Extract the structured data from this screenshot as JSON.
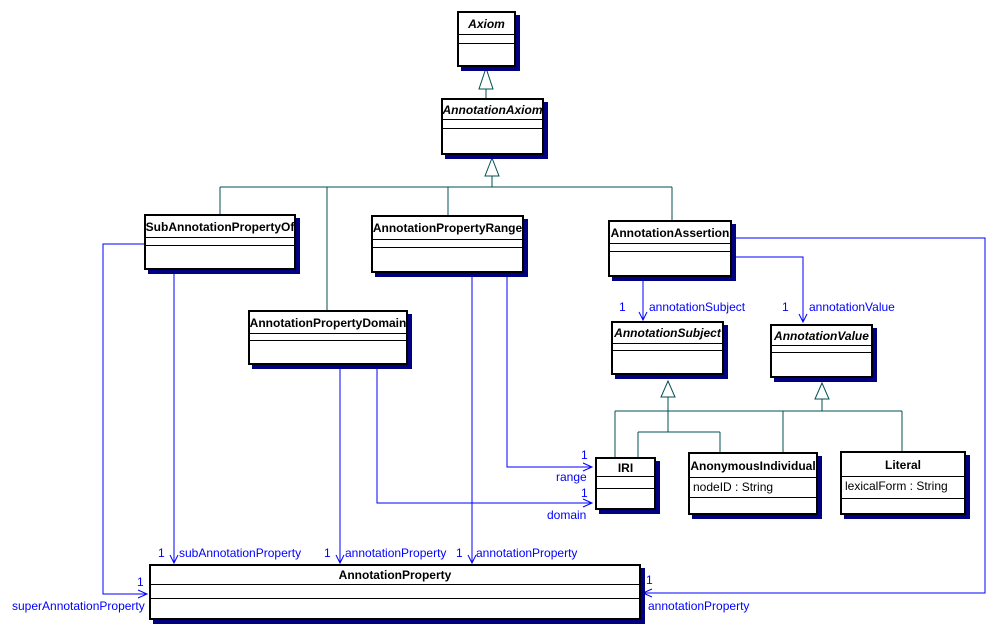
{
  "diagram": {
    "kind": "uml-class-diagram",
    "subject": "OWL annotation axioms"
  },
  "colors": {
    "background": "#ffffff",
    "box_border": "#000000",
    "box_shadow": "#000080",
    "association": "#0000ff",
    "generalization": "#005151",
    "label_text": "#0000ff",
    "class_text": "#000000"
  },
  "classes": {
    "axiom": {
      "name": "Axiom",
      "abstract": true
    },
    "annotation_axiom": {
      "name": "AnnotationAxiom",
      "abstract": true
    },
    "sub_annotation_property_of": {
      "name": "SubAnnotationPropertyOf",
      "abstract": false
    },
    "annotation_property_range": {
      "name": "AnnotationPropertyRange",
      "abstract": false
    },
    "annotation_assertion": {
      "name": "AnnotationAssertion",
      "abstract": false
    },
    "annotation_property_domain": {
      "name": "AnnotationPropertyDomain",
      "abstract": false
    },
    "annotation_subject": {
      "name": "AnnotationSubject",
      "abstract": true
    },
    "annotation_value": {
      "name": "AnnotationValue",
      "abstract": true
    },
    "iri": {
      "name": "IRI",
      "abstract": false
    },
    "anonymous_individual": {
      "name": "AnonymousIndividual",
      "abstract": false,
      "attribute": "nodeID : String"
    },
    "literal": {
      "name": "Literal",
      "abstract": false,
      "attribute": "lexicalForm : String"
    },
    "annotation_property": {
      "name": "AnnotationProperty",
      "abstract": false
    }
  },
  "associations": {
    "annotation_subject": {
      "multiplicity": "1",
      "label": "annotationSubject"
    },
    "annotation_value": {
      "multiplicity": "1",
      "label": "annotationValue"
    },
    "range": {
      "multiplicity": "1",
      "label": "range"
    },
    "domain": {
      "multiplicity": "1",
      "label": "domain"
    },
    "sub_annotation_property": {
      "multiplicity": "1",
      "label": "subAnnotationProperty"
    },
    "domain_annotation_property": {
      "multiplicity": "1",
      "label": "annotationProperty"
    },
    "range_annotation_property": {
      "multiplicity": "1",
      "label": "annotationProperty"
    },
    "super_annotation_property": {
      "multiplicity": "1",
      "label": "superAnnotationProperty"
    },
    "assertion_annotation_property": {
      "multiplicity": "1",
      "label": "annotationProperty"
    }
  }
}
